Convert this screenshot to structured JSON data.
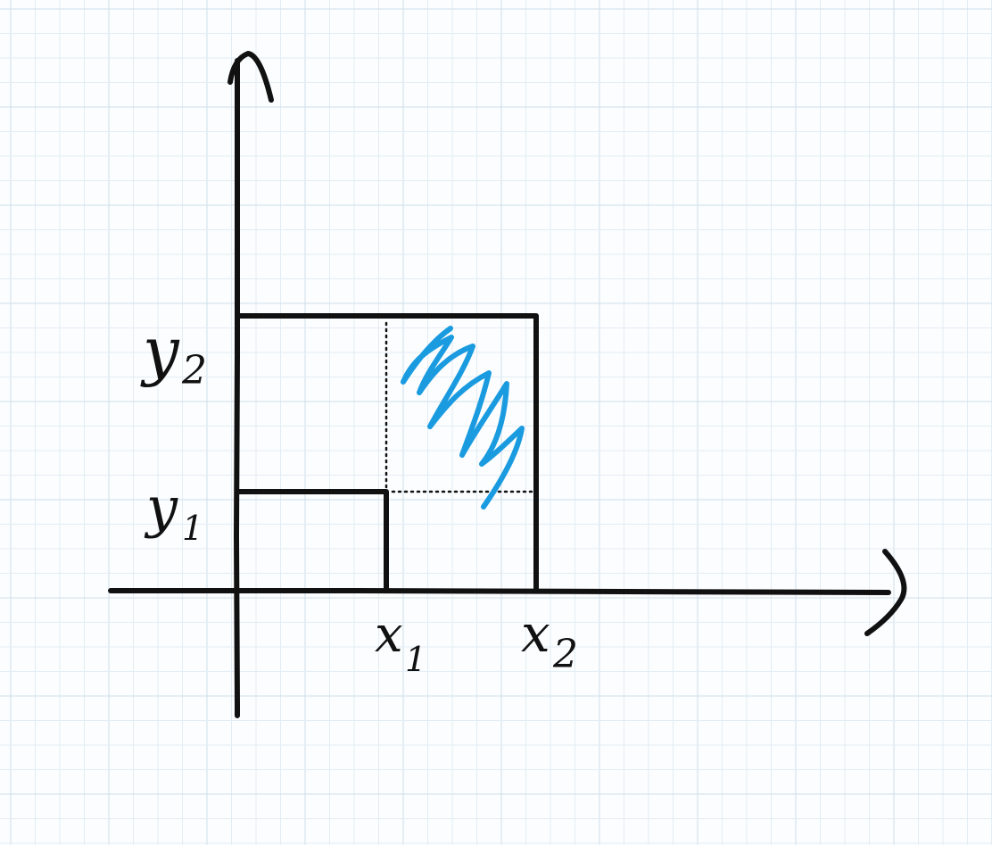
{
  "labels": {
    "y2": "y",
    "y2_sub": "2",
    "y1": "y",
    "y1_sub": "1",
    "x1": "x",
    "x1_sub": "1",
    "x2": "x",
    "x2_sub": "2"
  },
  "colors": {
    "paper": "#fbfdfe",
    "grid_minor": "#e3edf4",
    "grid_major": "#cfdeea",
    "ink": "#111111",
    "scribble": "#1a9be0"
  }
}
